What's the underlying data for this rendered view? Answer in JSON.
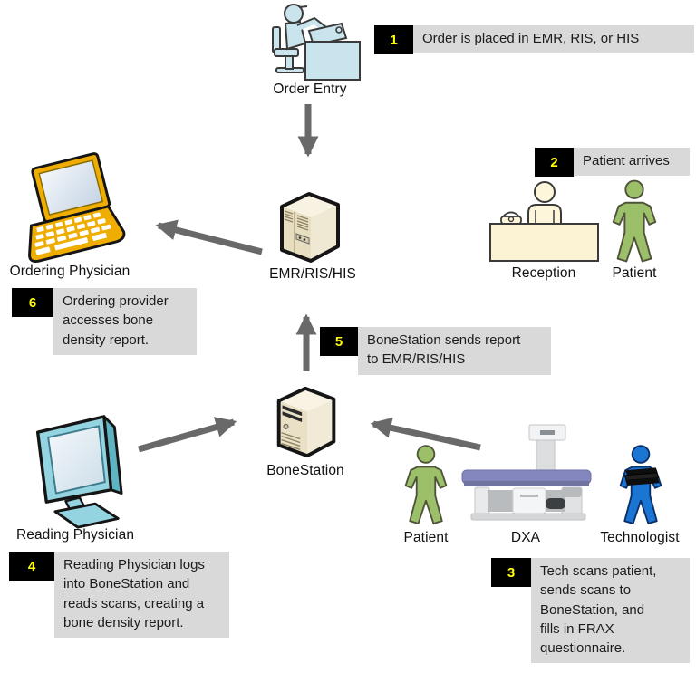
{
  "nodes": {
    "order_entry": "Order Entry",
    "emr": "EMR/RIS/HIS",
    "ordering_physician": "Ordering Physician",
    "bonestation": "BoneStation",
    "reading_physician": "Reading Physician",
    "reception": "Reception",
    "patient_top": "Patient",
    "patient_bottom": "Patient",
    "dxa": "DXA",
    "technologist": "Technologist"
  },
  "steps": {
    "s1": {
      "num": "1",
      "text": "Order is placed in EMR, RIS, or HIS"
    },
    "s2": {
      "num": "2",
      "text": "Patient arrives"
    },
    "s3": {
      "num": "3",
      "text": "Tech scans patient,\nsends scans to\nBoneStation, and\nfills in FRAX\nquestionnaire."
    },
    "s4": {
      "num": "4",
      "text": "Reading Physician logs\ninto BoneStation and\nreads scans, creating a\nbone density report."
    },
    "s5": {
      "num": "5",
      "text": "BoneStation sends report\nto EMR/RIS/HIS"
    },
    "s6": {
      "num": "6",
      "text": "Ordering provider\naccesses bone\ndensity report."
    }
  },
  "colors": {
    "callout_bg": "#d9d9d9",
    "callout_num_bg": "#000000",
    "callout_num_fg": "#ffff00",
    "arrow_gray": "#696969",
    "patient_green": "#9cbf6a",
    "technologist_blue": "#1b76d3",
    "laptop_gold": "#eead00",
    "monitor_cyan": "#93d4e0",
    "server_beige": "#e9e0c6",
    "desk_blue": "#c9e4ed",
    "reception_cream": "#fcf3d4",
    "dxa_table_purple": "#8487bd"
  }
}
